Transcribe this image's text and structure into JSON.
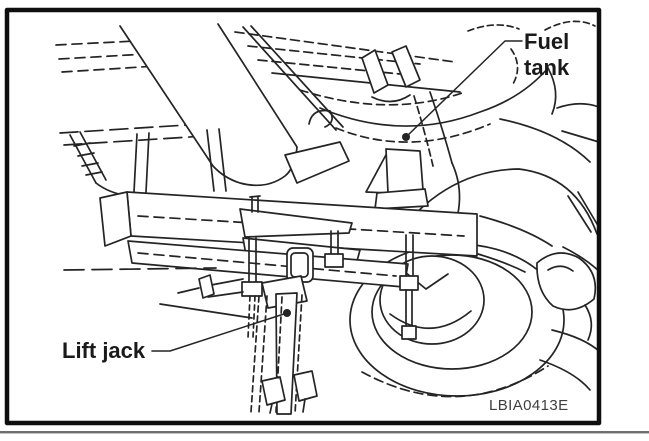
{
  "figure": {
    "fuel_tank_label": "Fuel tank",
    "lift_jack_label": "Lift jack",
    "figure_code": "LBIA0413E"
  },
  "colors": {
    "line": "#242424",
    "frame_border": "#0f0f0f",
    "label_text": "#1a1a1a",
    "code_text": "#3f3f3f",
    "divider": "#6f6f6f",
    "background": "#ffffff"
  }
}
